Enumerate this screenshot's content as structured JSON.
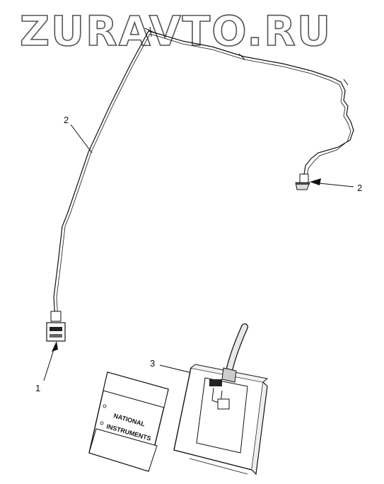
{
  "watermark": "ZURAVTO.RU",
  "callouts": {
    "c1": "1",
    "c2a": "2",
    "c2b": "2",
    "c3": "3"
  },
  "device": {
    "brand_line1": "NATIONAL",
    "brand_line2": "INSTRUMENTS"
  }
}
